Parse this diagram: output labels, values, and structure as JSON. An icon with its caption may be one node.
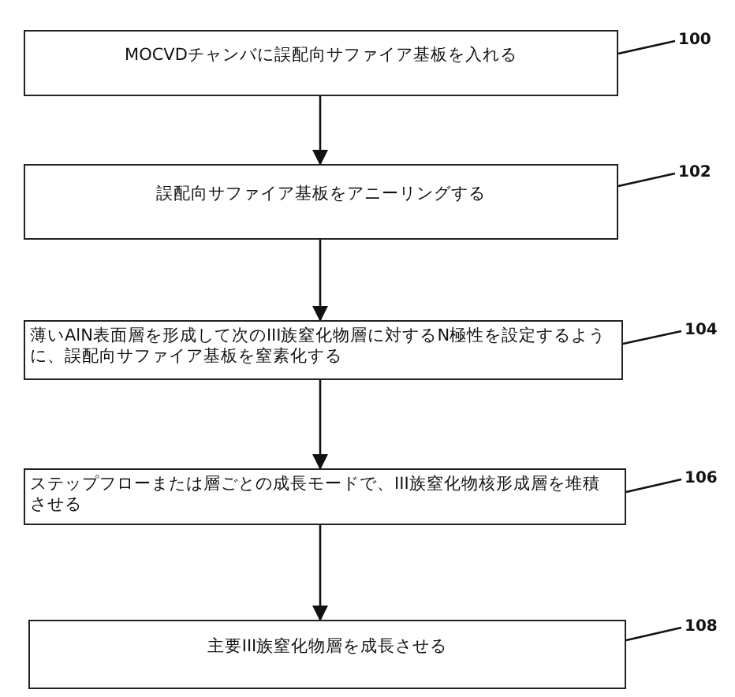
{
  "diagram": {
    "nodes": [
      {
        "text": [
          "MOCVDチャンバに誤配向サファイア基板を入れる"
        ]
      },
      {
        "text": [
          "誤配向サファイア基板をアニーリングする"
        ]
      },
      {
        "text": [
          "薄いAlN表面層を形成して次のIII族窒化物層に対するN極性を設定するように、誤配向サファイア基板を窒素化する"
        ]
      },
      {
        "text": [
          "ステップフローまたは層ごとの成長モードで、III族窒化物核形成層を堆積させる"
        ]
      },
      {
        "text": [
          "主要III族窒化物層を成長させる"
        ]
      },
      {
        "text": [
          "100"
        ]
      },
      {
        "text": [
          "102"
        ]
      },
      {
        "text": [
          "104"
        ]
      },
      {
        "text": [
          "106"
        ]
      },
      {
        "text": [
          "108"
        ]
      }
    ],
    "edges": [
      {
        "from": 0,
        "to": 1,
        "arrow": "to"
      },
      {
        "from": 1,
        "to": 2,
        "arrow": "to"
      },
      {
        "from": 2,
        "to": 3,
        "arrow": "to"
      },
      {
        "from": 3,
        "to": 4,
        "arrow": "to"
      },
      {
        "from": 5,
        "to": 0,
        "arrow": "none"
      },
      {
        "from": 6,
        "to": 1,
        "arrow": "none"
      },
      {
        "from": 7,
        "to": 2,
        "arrow": "none"
      },
      {
        "from": 8,
        "to": 3,
        "arrow": "none"
      },
      {
        "from": 9,
        "to": 4,
        "arrow": "none"
      }
    ]
  }
}
